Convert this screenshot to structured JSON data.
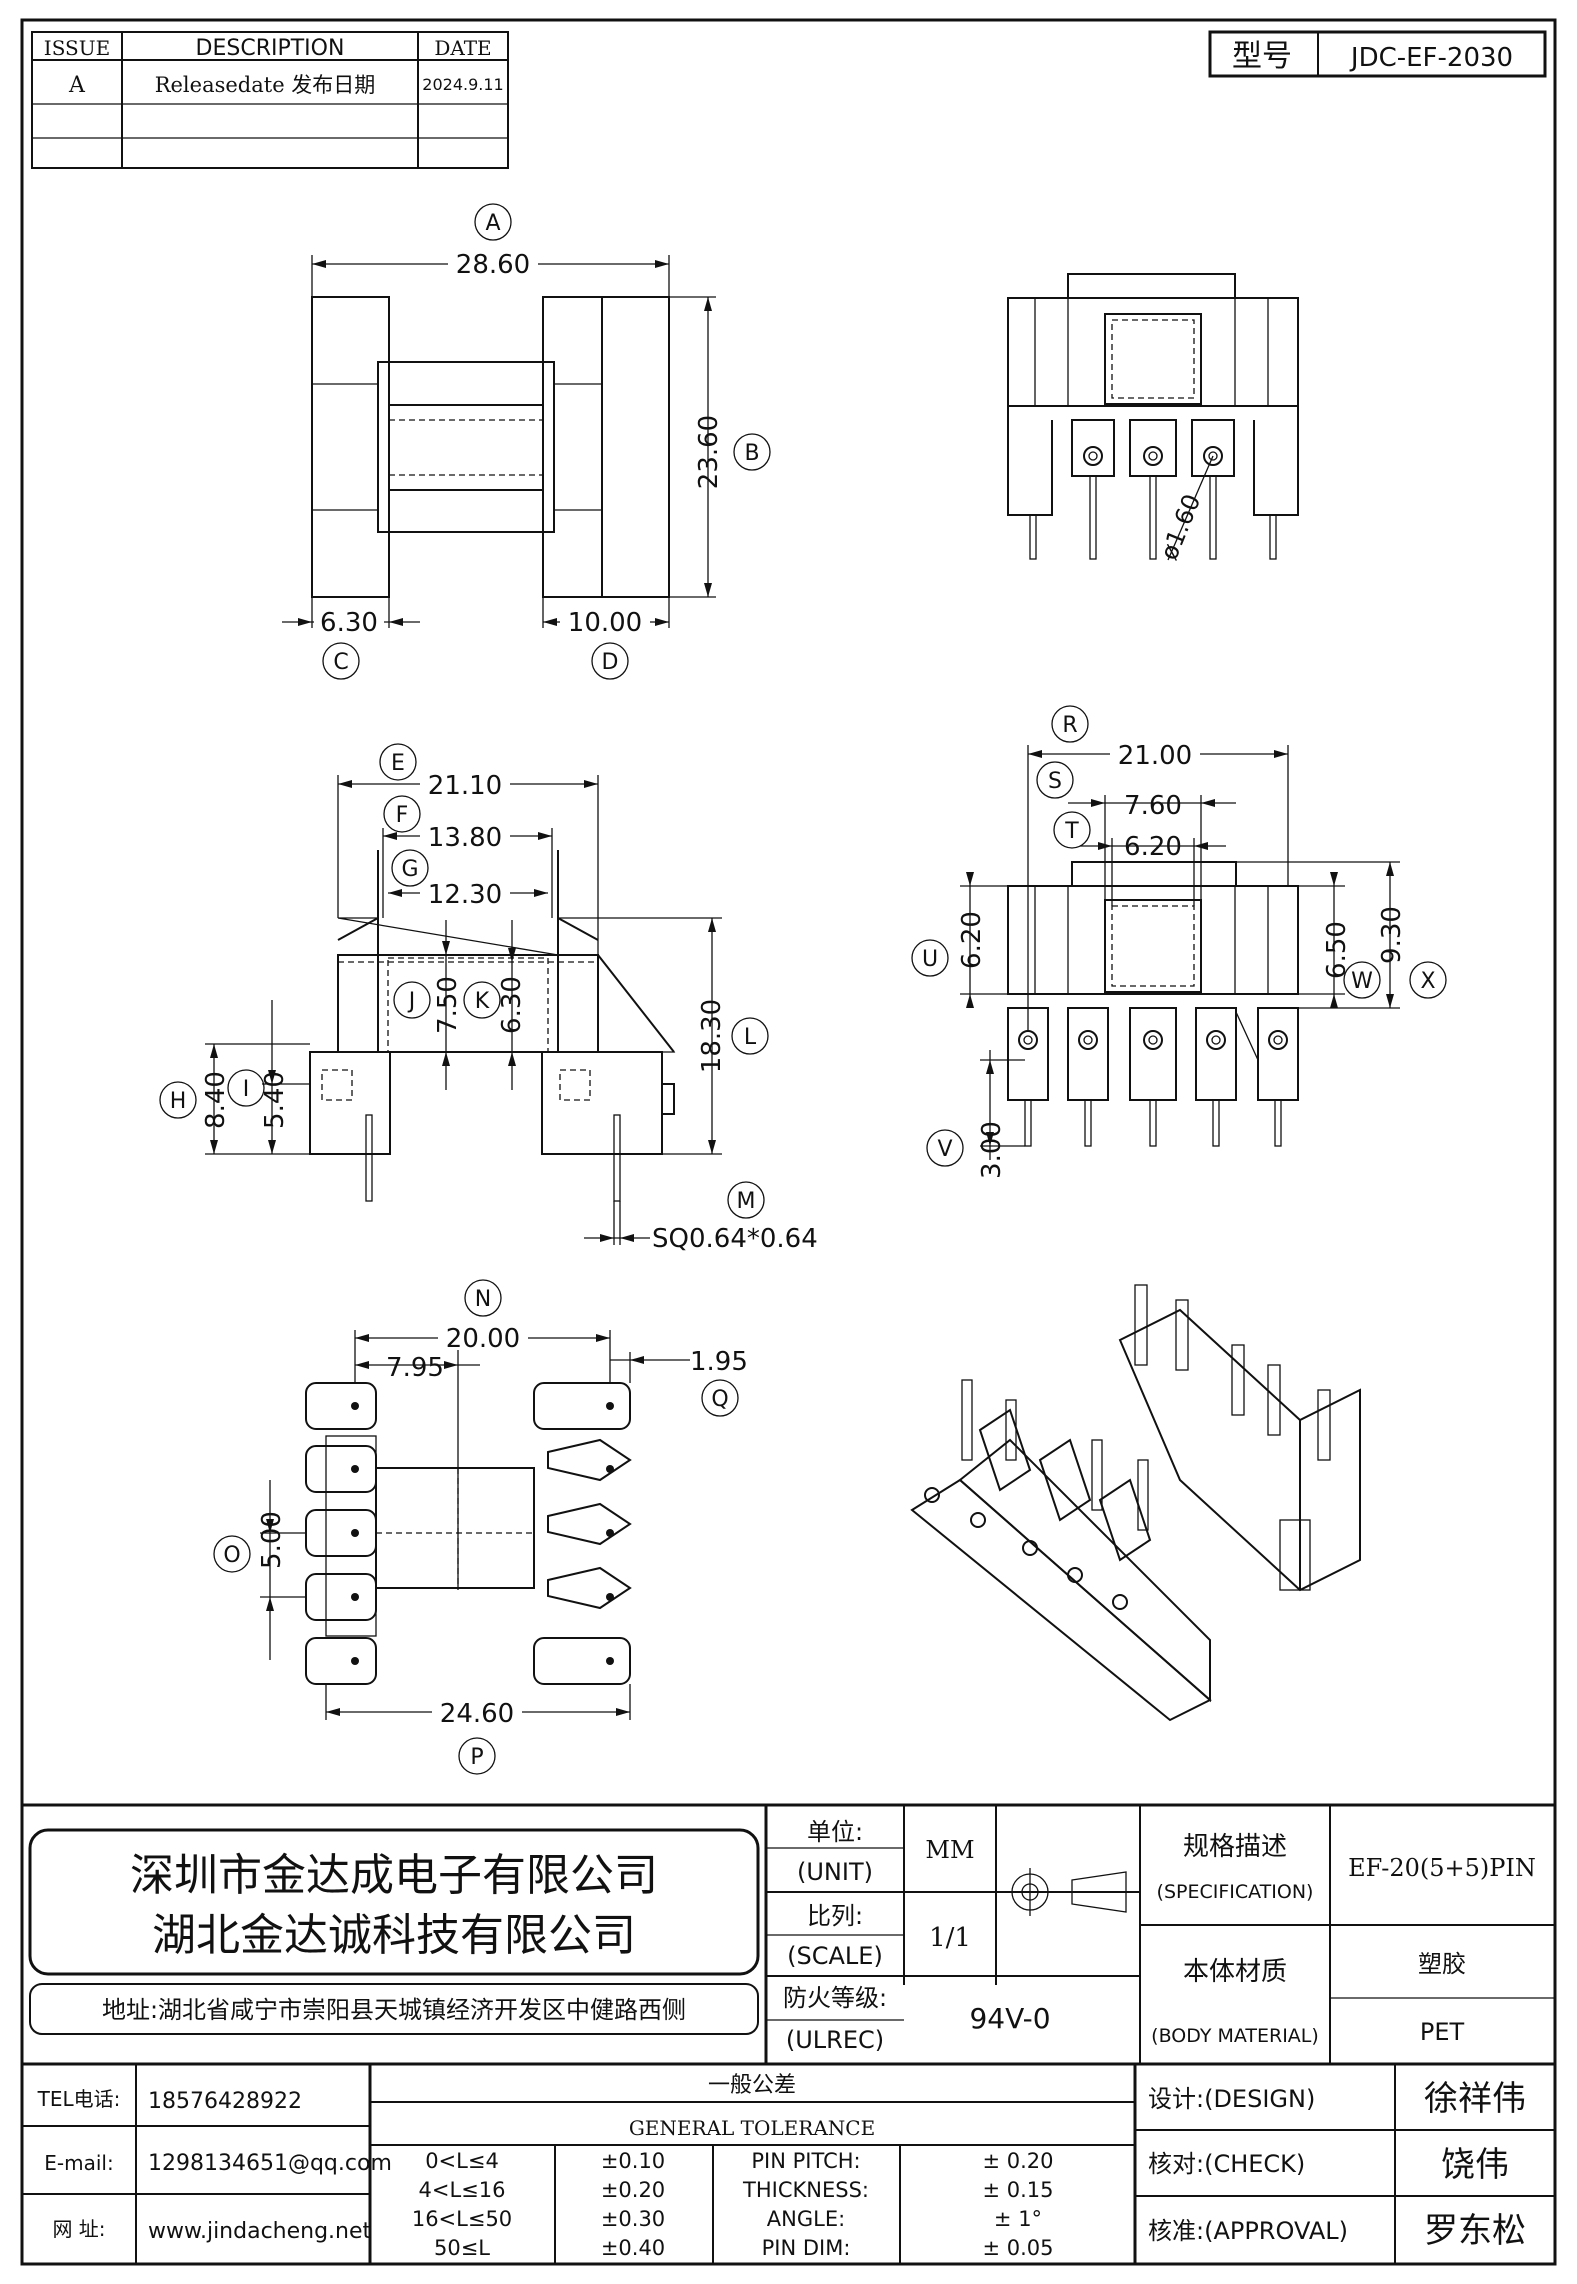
{
  "revision_table": {
    "headers": [
      "ISSUE",
      "DESCRIPTION",
      "DATE"
    ],
    "rows": [
      [
        "A",
        "Releasedate 发布日期",
        "2024.9.11"
      ],
      [
        "",
        "",
        ""
      ],
      [
        "",
        "",
        ""
      ]
    ]
  },
  "model": {
    "label": "型号",
    "value": "JDC-EF-2030"
  },
  "dimensions": {
    "A": "28.60",
    "B": "23.60",
    "C": "6.30",
    "D": "10.00",
    "pin_dia": "ø1.60",
    "E": "21.10",
    "F": "13.80",
    "G": "12.30",
    "J": "7.50",
    "K": "6.30",
    "H": "8.40",
    "I": "5.40",
    "L": "18.30",
    "M": "SQ0.64*0.64",
    "R": "21.00",
    "S": "7.60",
    "T": "6.20",
    "U": "6.20",
    "W": "6.50",
    "X": "9.30",
    "V": "3.00",
    "N": "20.00",
    "N2": "7.95",
    "Q": "1.95",
    "O": "5.00",
    "P": "24.60"
  },
  "balloons": [
    "A",
    "B",
    "C",
    "D",
    "E",
    "F",
    "G",
    "H",
    "I",
    "J",
    "K",
    "L",
    "M",
    "R",
    "S",
    "T",
    "U",
    "V",
    "W",
    "X",
    "N",
    "Q",
    "O",
    "P"
  ],
  "company": {
    "name1": "深圳市金达成电子有限公司",
    "name2": "湖北金达诚科技有限公司",
    "address": "地址:湖北省咸宁市崇阳县天城镇经济开发区中健路西侧"
  },
  "title_block": {
    "unit_cn": "单位:",
    "unit_en": "(UNIT)",
    "unit_val": "MM",
    "scale_cn": "比列:",
    "scale_en": "(SCALE)",
    "scale_val": "1/1",
    "ul_cn": "防火等级:",
    "ul_en": "(ULREC)",
    "ul_val": "94V-0",
    "spec_cn": "规格描述",
    "spec_en": "(SPECIFICATION)",
    "spec_val": "EF-20(5+5)PIN",
    "mat_cn": "本体材质",
    "mat_en": "(BODY MATERIAL)",
    "mat_val1": "塑胶",
    "mat_val2": "PET"
  },
  "contact": {
    "tel_label": "TEL电话:",
    "tel": "18576428922",
    "email_label": "E-mail:",
    "email": "1298134651@qq.com",
    "web_label": "网  址:",
    "web": "www.jindacheng.net"
  },
  "tolerance": {
    "title_cn": "一般公差",
    "title_en": "GENERAL TOLERANCE",
    "rows": [
      [
        "0<L≤4",
        "±0.10",
        "PIN PITCH:",
        "± 0.20"
      ],
      [
        "4<L≤16",
        "±0.20",
        "THICKNESS:",
        "± 0.15"
      ],
      [
        "16<L≤50",
        "±0.30",
        "ANGLE:",
        "± 1°"
      ],
      [
        "50≤L",
        "±0.40",
        "PIN DIM:",
        "± 0.05"
      ]
    ]
  },
  "signoff": {
    "design_label": "设计:(DESIGN)",
    "design_name": "徐祥伟",
    "check_label": "核对:(CHECK)",
    "check_name": "饶伟",
    "approval_label": "核准:(APPROVAL)",
    "approval_name": "罗东松"
  }
}
